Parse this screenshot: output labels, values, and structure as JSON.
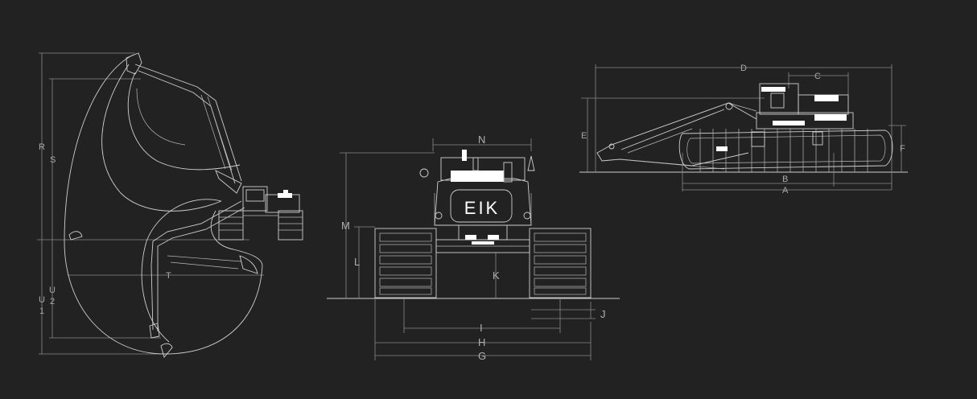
{
  "brand": "EIK",
  "colors": {
    "background": "#222222",
    "line": "#cfcfcf",
    "dimension": "#8a8a8a",
    "label": "#a8a8a8"
  },
  "views": {
    "reach": {
      "labels": {
        "r": "R",
        "s": "S",
        "t": "T",
        "u": "U",
        "u1": "1",
        "u2": "U",
        "u2b": "2"
      }
    },
    "front": {
      "labels": {
        "n": "N",
        "m": "M",
        "l": "L",
        "k": "K",
        "j": "J",
        "i": "I",
        "h": "H",
        "g": "G"
      }
    },
    "side": {
      "labels": {
        "d": "D",
        "c": "C",
        "e": "E",
        "f": "F",
        "b": "B",
        "a": "A"
      }
    }
  }
}
